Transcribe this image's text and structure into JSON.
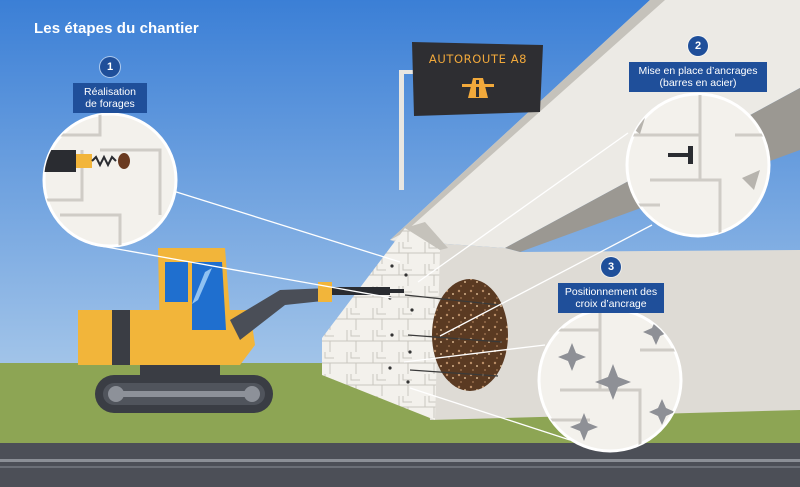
{
  "title": "Les étapes du chantier",
  "sign": {
    "text": "AUTOROUTE A8",
    "icon": "motorway-icon"
  },
  "steps": [
    {
      "number": "1",
      "label": "Réalisation de forages"
    },
    {
      "number": "2",
      "label": "Mise en place d’ancrages (barres en acier)"
    },
    {
      "number": "3",
      "label": "Positionnement des croix d’ancrage"
    }
  ],
  "colors": {
    "sky_top": "#3b7fd6",
    "sky_bottom": "#bcd6ee",
    "grass": "#8da554",
    "road": "#4c4f57",
    "badge": "#1f4f9a",
    "machine_yellow": "#f2b53a",
    "sign_text": "#f2a93b"
  }
}
